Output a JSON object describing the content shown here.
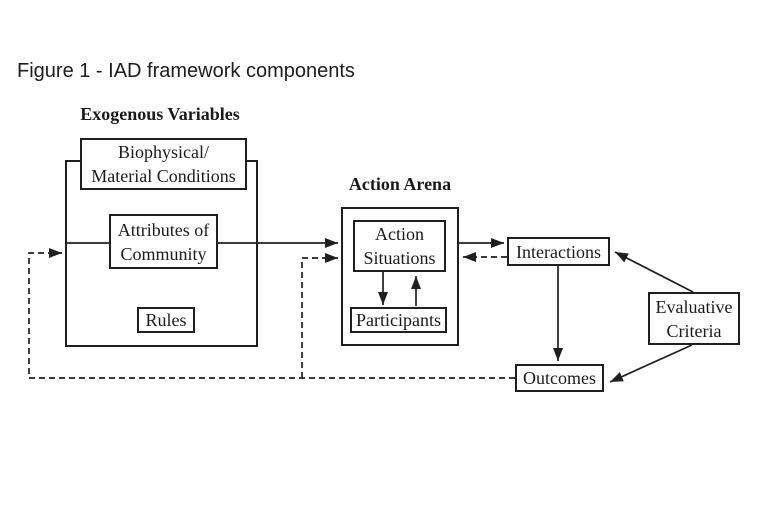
{
  "figure_title": "Figure 1 - IAD framework components",
  "diagram": {
    "exogenous_group_label": "Exogenous Variables",
    "action_arena_group_label": "Action Arena",
    "nodes": {
      "biophysical": {
        "line1": "Biophysical/",
        "line2": "Material Conditions"
      },
      "attributes": {
        "line1": "Attributes of",
        "line2": "Community"
      },
      "rules": {
        "label": "Rules"
      },
      "action_situations": {
        "line1": "Action",
        "line2": "Situations"
      },
      "participants": {
        "label": "Participants"
      },
      "interactions": {
        "label": "Interactions"
      },
      "evaluative_criteria": {
        "line1": "Evaluative",
        "line2": "Criteria"
      },
      "outcomes": {
        "label": "Outcomes"
      }
    },
    "edges": [
      {
        "from": "exogenous-variables",
        "to": "action-arena",
        "style": "solid"
      },
      {
        "from": "action-arena",
        "to": "interactions",
        "style": "solid"
      },
      {
        "from": "action-situations",
        "to": "participants",
        "style": "solid"
      },
      {
        "from": "participants",
        "to": "action-situations",
        "style": "solid"
      },
      {
        "from": "interactions",
        "to": "outcomes",
        "style": "solid"
      },
      {
        "from": "evaluative-criteria",
        "to": "interactions",
        "style": "solid"
      },
      {
        "from": "evaluative-criteria",
        "to": "outcomes",
        "style": "solid"
      },
      {
        "from": "interactions",
        "to": "action-arena",
        "style": "dashed"
      },
      {
        "from": "outcomes",
        "to": "exogenous-variables",
        "style": "dashed"
      },
      {
        "from": "outcomes",
        "to": "action-arena",
        "style": "dashed"
      }
    ],
    "colors": {
      "ink": "#1f1f1f",
      "text": "#1a1a1a",
      "background": "#ffffff"
    }
  }
}
